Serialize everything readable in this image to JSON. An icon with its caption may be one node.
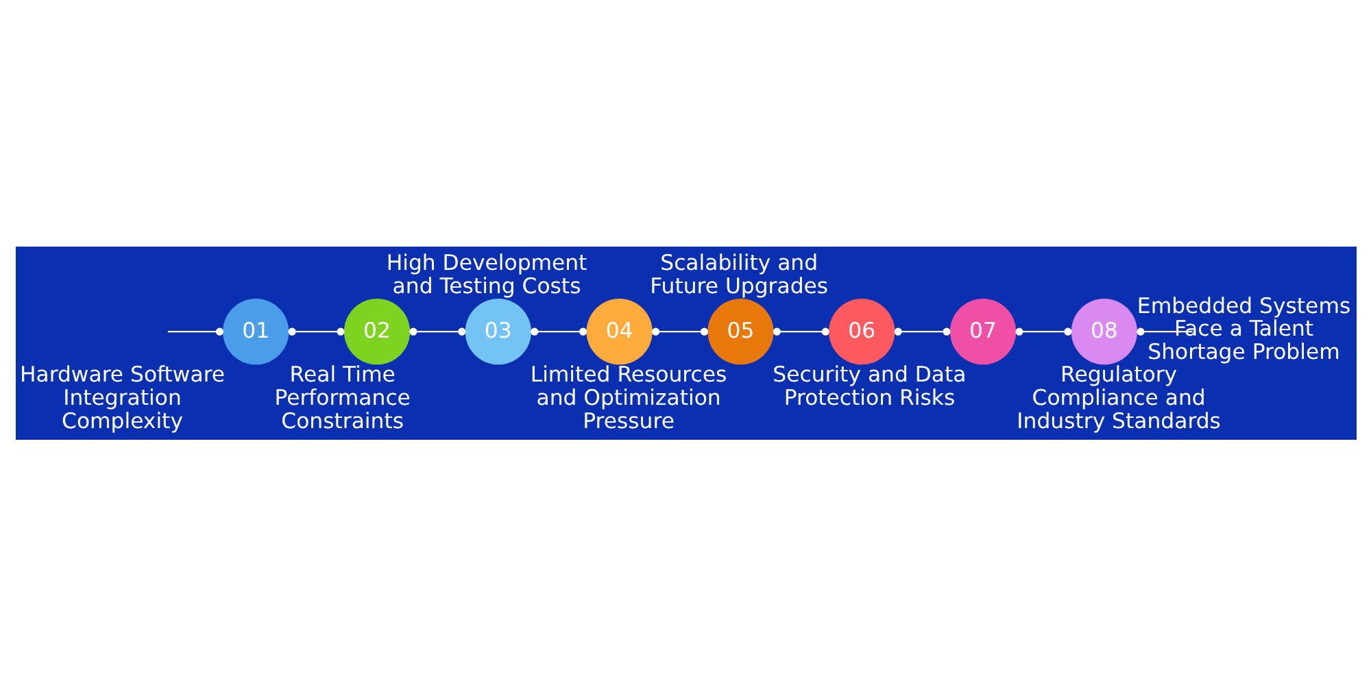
{
  "diagram": {
    "nodes": [
      {
        "text": [
          "01"
        ],
        "beside": [
          "Hardware Software Integration Complexity"
        ]
      },
      {
        "text": [
          "02"
        ],
        "beside": [
          "Real Time Performance Constraints"
        ]
      },
      {
        "text": [
          "03"
        ],
        "beside": [
          "Limited Resources and Optimization Pressure"
        ]
      },
      {
        "text": [
          "04"
        ],
        "beside": [
          "High Development and Testing Costs"
        ]
      },
      {
        "text": [
          "05"
        ],
        "beside": [
          "Security and Data Protection Risks"
        ]
      },
      {
        "text": [
          "06"
        ],
        "beside": [
          "Scalability and Future Upgrades"
        ]
      },
      {
        "text": [
          "07"
        ],
        "beside": [
          "Regulatory Compliance and Industry Standards"
        ]
      },
      {
        "text": [
          "08"
        ],
        "beside": [
          "Embedded Systems Face a Talent Shortage Problem"
        ]
      }
    ],
    "edges": [
      {
        "from": null,
        "to": 0,
        "arrow": "other"
      },
      {
        "from": 0,
        "to": 1,
        "arrow": "other"
      },
      {
        "from": 1,
        "to": 2,
        "arrow": "other"
      },
      {
        "from": 2,
        "to": 3,
        "arrow": "other"
      },
      {
        "from": 3,
        "to": 4,
        "arrow": "other"
      },
      {
        "from": 4,
        "to": 5,
        "arrow": "other"
      },
      {
        "from": 5,
        "to": 6,
        "arrow": "other"
      },
      {
        "from": 6,
        "to": 7,
        "arrow": "other"
      },
      {
        "from": 7,
        "to": null,
        "arrow": "other"
      }
    ]
  }
}
